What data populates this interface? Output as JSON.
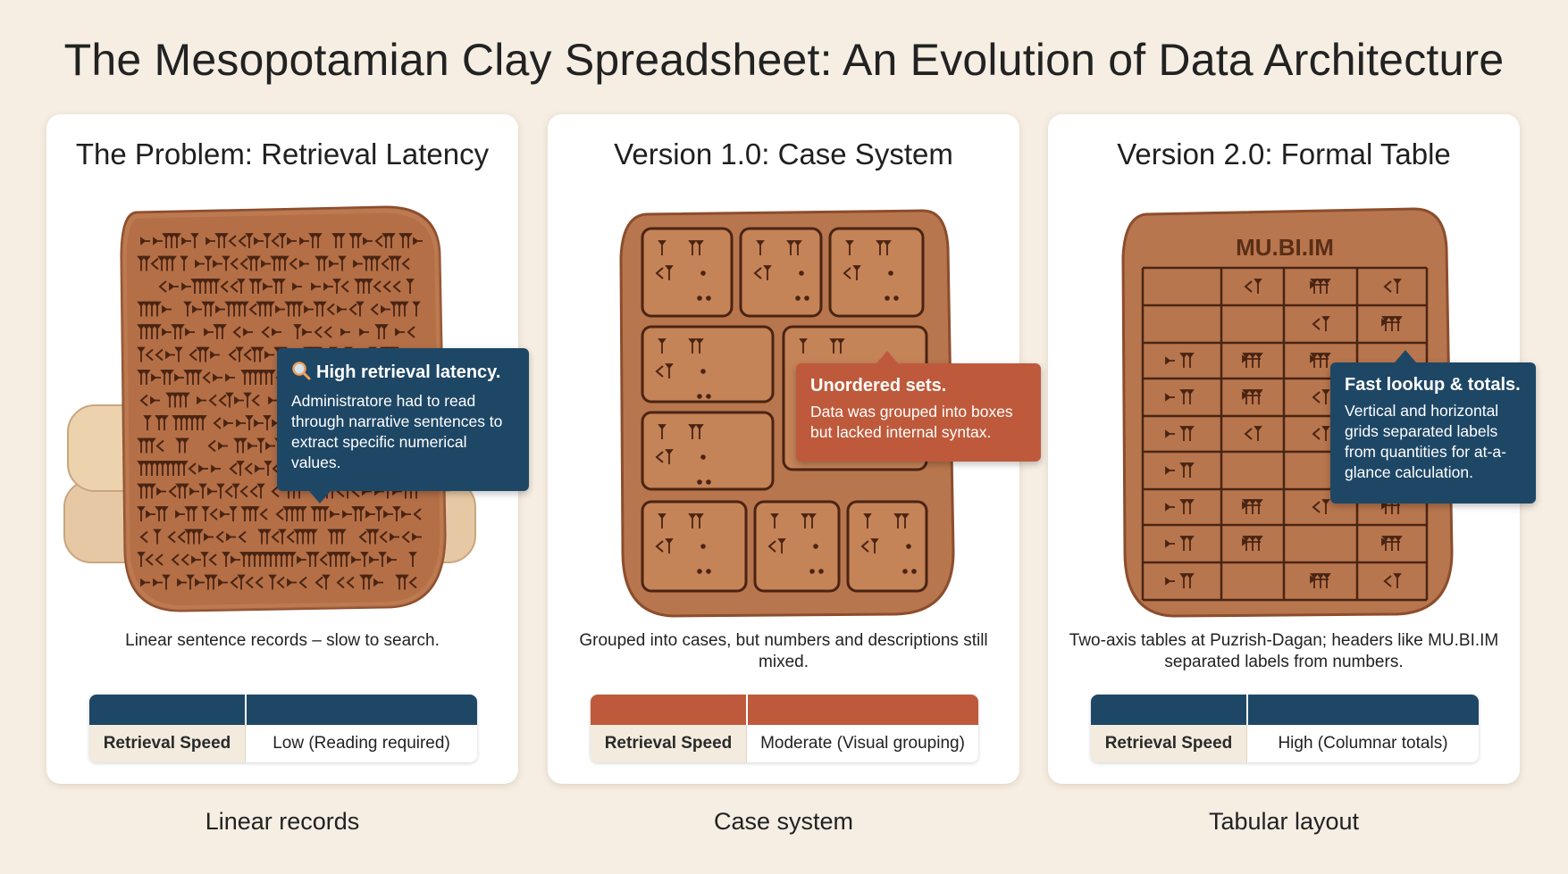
{
  "title": "The Mesopotamian Clay Spreadsheet: An Evolution of Data Architecture",
  "colors": {
    "navy": "#1e4766",
    "rust": "#be5a3b",
    "clay": "#b8764e",
    "background": "#f6eee3"
  },
  "panels": [
    {
      "title": "The Problem: Retrieval Latency",
      "callout": {
        "icon": "magnifier-icon",
        "title": "High retrieval latency.",
        "body": "Administratore had to read through narrative sentences to extract specific numerical values."
      },
      "caption": "Linear sentence records – slow to search.",
      "metric": {
        "label": "Retrieval Speed",
        "value": "Low (Reading required)"
      },
      "bottom_label": "Linear records"
    },
    {
      "title": "Version 1.0: Case System",
      "callout": {
        "title": "Unordered sets.",
        "body": "Data was grouped into boxes but lacked internal syntax."
      },
      "caption": "Grouped into cases, but numbers and descriptions still mixed.",
      "metric": {
        "label": "Retrieval Speed",
        "value": "Moderate (Visual grouping)"
      },
      "bottom_label": "Case system"
    },
    {
      "title": "Version 2.0: Formal Table",
      "tablet_header": "MU.BI.IM",
      "callout": {
        "title": "Fast lookup & totals.",
        "body": "Vertical and horizontal grids separated labels from quantities for at-a-glance calculation."
      },
      "caption": "Two-axis tables at Puzrish-Dagan; headers like MU.BI.IM separated labels from numbers.",
      "metric": {
        "label": "Retrieval Speed",
        "value": "High (Columnar totals)"
      },
      "bottom_label": "Tabular layout"
    }
  ]
}
